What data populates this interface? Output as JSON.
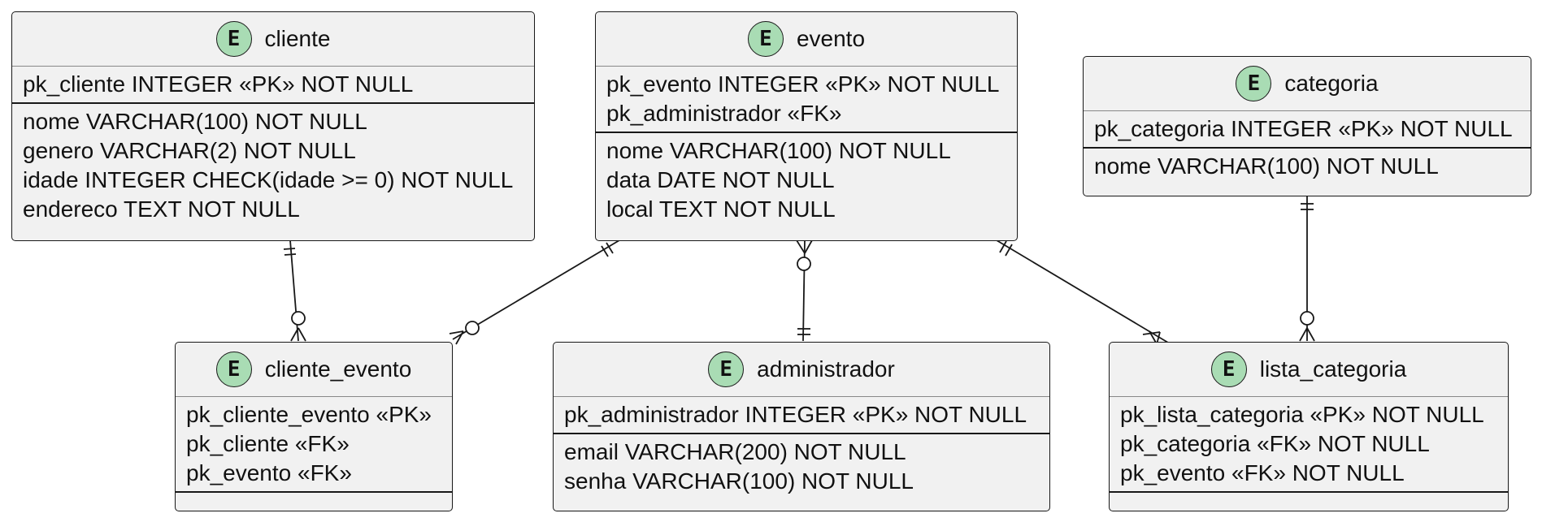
{
  "entities": {
    "cliente": {
      "title": "cliente",
      "icon": "E",
      "pk": [
        "pk_cliente INTEGER «PK» NOT NULL"
      ],
      "attrs": [
        "nome VARCHAR(100) NOT NULL",
        "genero VARCHAR(2) NOT NULL",
        "idade INTEGER CHECK(idade >= 0) NOT NULL",
        "endereco TEXT NOT NULL"
      ]
    },
    "evento": {
      "title": "evento",
      "icon": "E",
      "pk": [
        "pk_evento INTEGER «PK» NOT NULL",
        "pk_administrador «FK»"
      ],
      "attrs": [
        "nome VARCHAR(100) NOT NULL",
        "data DATE NOT NULL",
        "local TEXT NOT NULL"
      ]
    },
    "categoria": {
      "title": "categoria",
      "icon": "E",
      "pk": [
        "pk_categoria INTEGER «PK» NOT NULL"
      ],
      "attrs": [
        "nome VARCHAR(100) NOT NULL"
      ]
    },
    "cliente_evento": {
      "title": "cliente_evento",
      "icon": "E",
      "pk": [
        "pk_cliente_evento «PK»",
        "pk_cliente «FK»",
        "pk_evento «FK»"
      ],
      "attrs": []
    },
    "administrador": {
      "title": "administrador",
      "icon": "E",
      "pk": [
        "pk_administrador INTEGER «PK» NOT NULL"
      ],
      "attrs": [
        "email VARCHAR(200) NOT NULL",
        "senha VARCHAR(100) NOT NULL"
      ]
    },
    "lista_categoria": {
      "title": "lista_categoria",
      "icon": "E",
      "pk": [
        "pk_lista_categoria «PK» NOT NULL",
        "pk_categoria «FK» NOT NULL",
        "pk_evento «FK» NOT NULL"
      ],
      "attrs": []
    }
  },
  "relationships": [
    {
      "from": "cliente",
      "from_card": "exactly-one",
      "to": "cliente_evento",
      "to_card": "zero-or-many"
    },
    {
      "from": "evento",
      "from_card": "exactly-one",
      "to": "cliente_evento",
      "to_card": "zero-or-many"
    },
    {
      "from": "evento",
      "from_card": "zero-or-many",
      "to": "administrador",
      "to_card": "exactly-one"
    },
    {
      "from": "evento",
      "from_card": "exactly-one",
      "to": "lista_categoria",
      "to_card": "one-or-many"
    },
    {
      "from": "categoria",
      "from_card": "exactly-one",
      "to": "lista_categoria",
      "to_card": "zero-or-many"
    }
  ],
  "colors": {
    "entity_fill": "#f1f1f1",
    "badge_fill": "#a9dcb4",
    "line": "#181818"
  }
}
